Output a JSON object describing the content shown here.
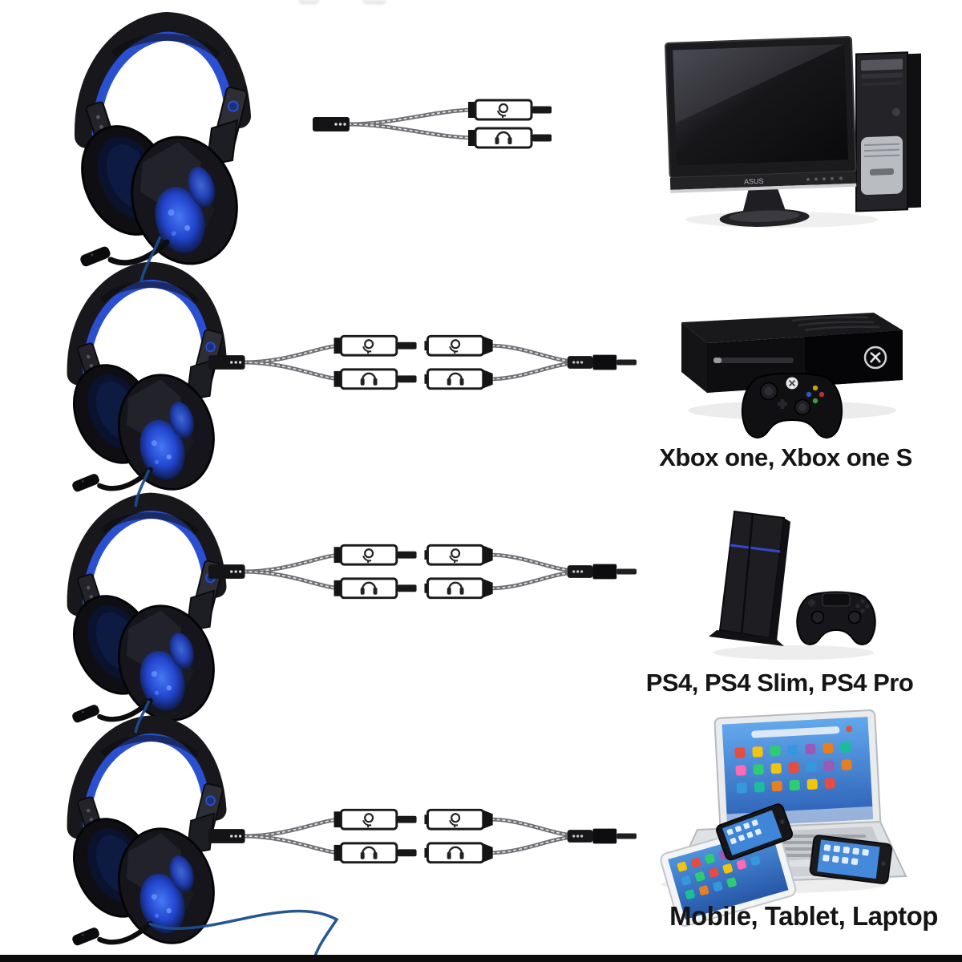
{
  "page": {
    "background": "#ffffff",
    "bottom_bar_color": "#0d0d0d"
  },
  "headset": {
    "name": "gaming-headset-black-blue",
    "body_color": "#17171d",
    "accent_color": "#2a4fd0",
    "led_color": "#3f6eff",
    "cable_color": "#1c4d8f",
    "count": 4
  },
  "cable": {
    "top_plug_icon": "mic-icon",
    "bottom_plug_icon": "headphone-icon",
    "plug_body_color": "#ffffff",
    "sleeve_color": "#141416"
  },
  "rows": [
    {
      "id": "pc",
      "device": "desktop-pc",
      "label": "",
      "brand": "ASUS"
    },
    {
      "id": "xbox",
      "device": "xbox-one-console",
      "label": "Xbox one, Xbox one S"
    },
    {
      "id": "ps4",
      "device": "ps4-console",
      "label": "PS4, PS4 Slim, PS4 Pro"
    },
    {
      "id": "mobile",
      "device": "mobile-tablet-laptop",
      "label": "Mobile, Tablet, Laptop"
    }
  ]
}
